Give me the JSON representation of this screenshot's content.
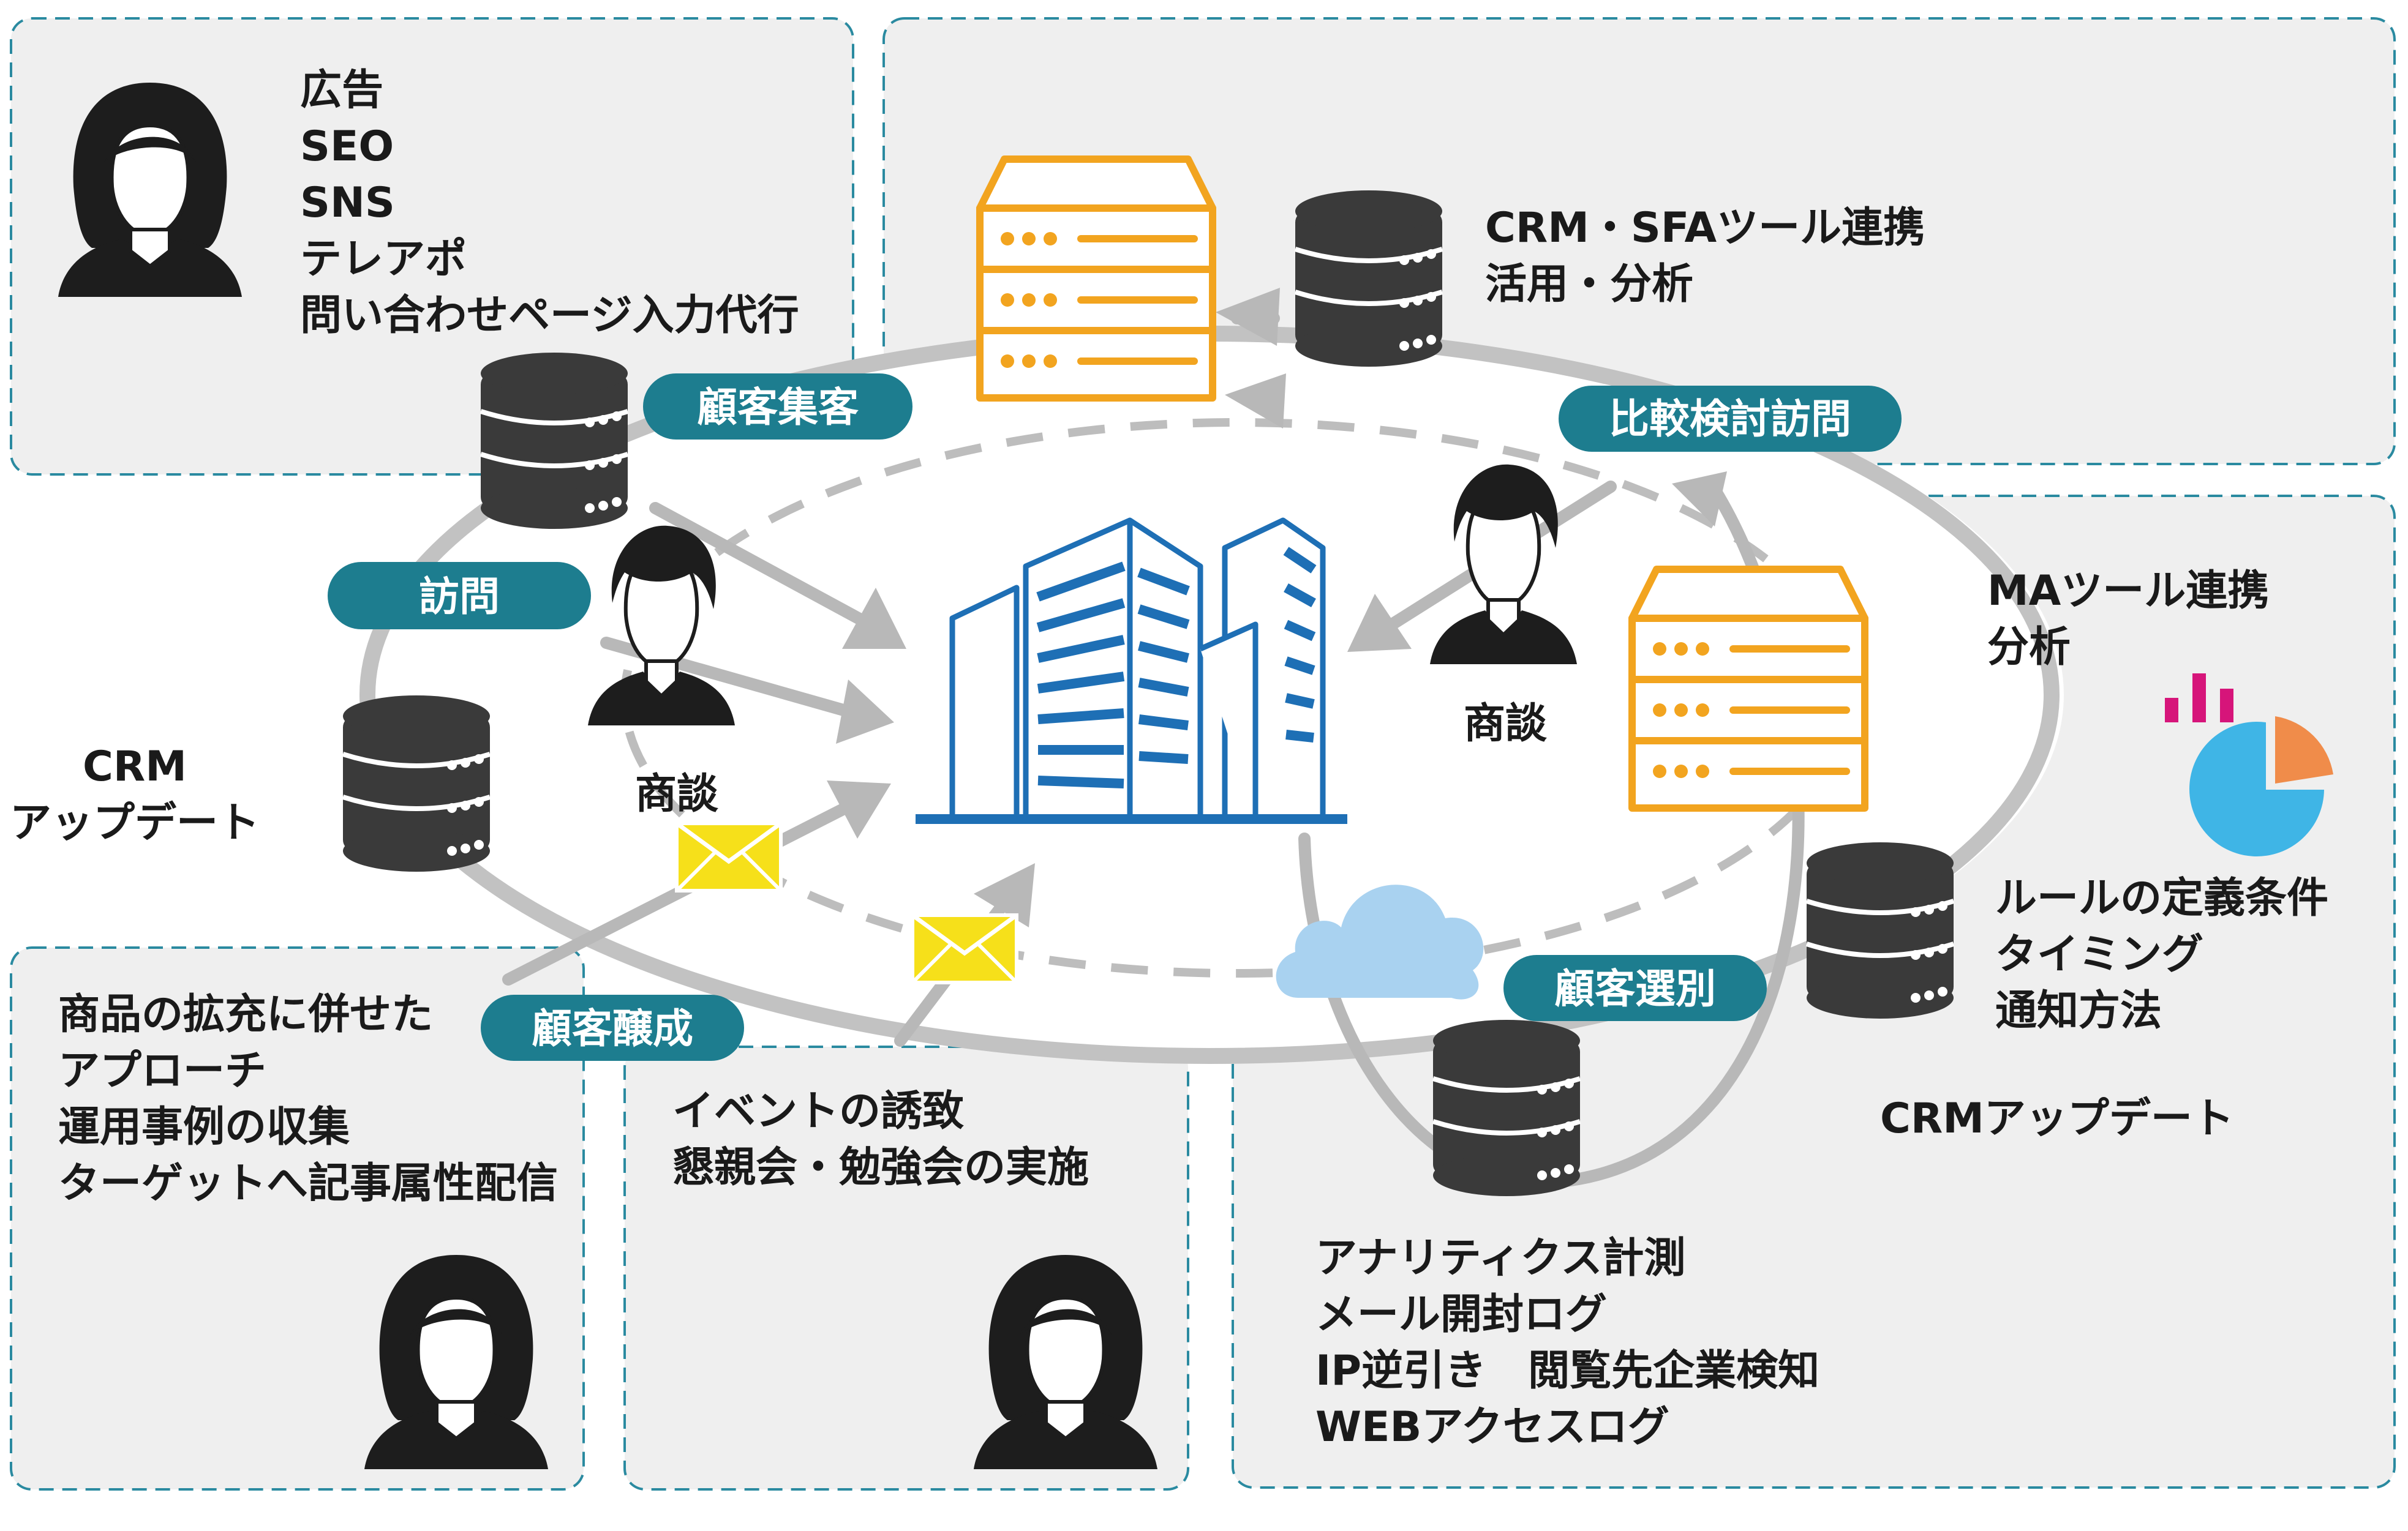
{
  "panels": {
    "top_left": [
      "広告",
      "SEO",
      "SNS",
      "テレアポ",
      "問い合わせページ入力代行"
    ],
    "top_right": [
      "CRM・SFAツール連携",
      "活用・分析"
    ],
    "right_ma": [
      "MAツール連携",
      "分析"
    ],
    "right_rules": [
      "ルールの定義条件",
      "タイミング",
      "通知方法"
    ],
    "right_crm": "CRMアップデート",
    "right_analytics": [
      "アナリティクス計測",
      "メール開封ログ",
      "IP逆引き　閲覧先企業検知",
      "WEBアクセスログ"
    ],
    "bottom_left": [
      "商品の拡充に併せた",
      "アプローチ",
      "運用事例の収集",
      "ターゲットへ記事属性配信"
    ],
    "bottom_mid": [
      "イベントの誘致",
      "懇親会・勉強会の実施"
    ]
  },
  "labels": {
    "crm_left": [
      "CRM",
      "アップデート"
    ],
    "shodan_left": "商談",
    "shodan_right": "商談"
  },
  "pills": {
    "acquire": "顧客集客",
    "visit": "訪問",
    "compare": "比較検討訪問",
    "nurture": "顧客醸成",
    "select": "顧客選別"
  },
  "colors": {
    "teal": "#1d7d8f",
    "orange": "#f2a41f",
    "blue": "#1e6fb5",
    "database": "#3a3a3a",
    "envelope": "#f6e01a",
    "cloud": "#a9d2f0",
    "chart_magenta": "#d6157a",
    "chart_orange": "#f08c4a",
    "chart_blue": "#3fb5e6"
  },
  "icons": [
    "person-icon",
    "database-icon",
    "server-icon",
    "building-icon",
    "envelope-icon",
    "cloud-icon",
    "chart-icon"
  ]
}
